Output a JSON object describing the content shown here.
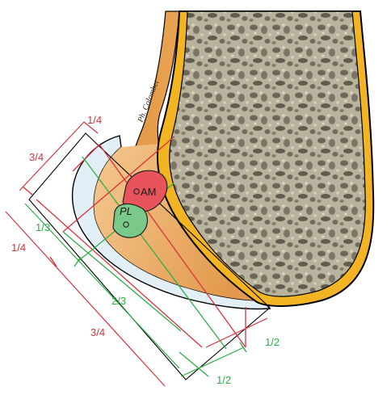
{
  "figure": {
    "signature": "Ph. Colombet",
    "bundles": {
      "am": {
        "label": "AM"
      },
      "pl": {
        "label": "PL"
      }
    },
    "measurements": {
      "top_quarter": "1/4",
      "top_three_quarters": "3/4",
      "left_one_third": "1/3",
      "left_quarter": "1/4",
      "left_two_thirds": "2/3",
      "left_three_quarters": "3/4",
      "bottom_half_upper": "1/2",
      "bottom_half_lower": "1/2"
    },
    "colors": {
      "red_guides": "#d8323c",
      "green_guides": "#2fae4a",
      "bone_cortex": "#f2b423",
      "cancellous_bone": "#a9a48e",
      "cartilage": "#e3eff6",
      "am_bundle": "#e8545c",
      "pl_bundle": "#7bc98a"
    }
  }
}
